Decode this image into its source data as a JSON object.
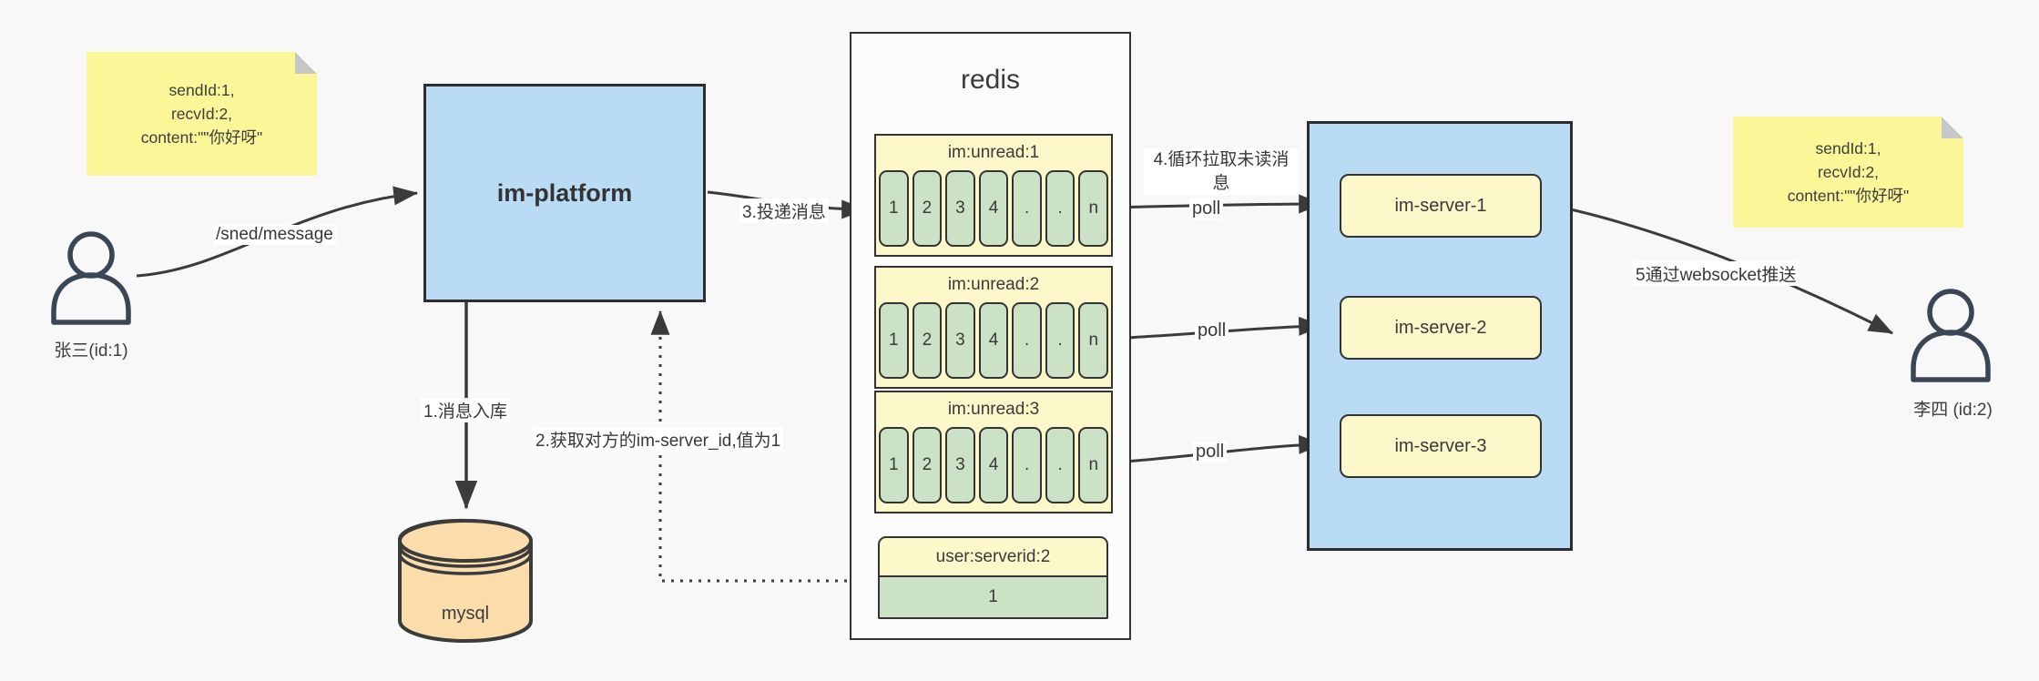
{
  "notes": {
    "sender": {
      "lines": [
        "sendId:1,",
        "recvId:2,",
        "content:\"\"你好呀\""
      ]
    },
    "receiver": {
      "lines": [
        "sendId:1,",
        "recvId:2,",
        "content:\"\"你好呀\""
      ]
    }
  },
  "actors": {
    "sender": {
      "label": "张三(id:1)"
    },
    "receiver": {
      "label": "李四 (id:2)"
    }
  },
  "platform": {
    "label": "im-platform"
  },
  "database": {
    "label": "mysql"
  },
  "redis": {
    "title": "redis",
    "queues": [
      {
        "name": "im:unread:1",
        "cells": [
          "1",
          "2",
          "3",
          "4",
          ".",
          ".",
          "n"
        ]
      },
      {
        "name": "im:unread:2",
        "cells": [
          "1",
          "2",
          "3",
          "4",
          ".",
          ".",
          "n"
        ]
      },
      {
        "name": "im:unread:3",
        "cells": [
          "1",
          "2",
          "3",
          "4",
          ".",
          ".",
          "n"
        ]
      }
    ],
    "kv": {
      "key": "user:serverid:2",
      "value": "1"
    }
  },
  "servers": {
    "items": [
      "im-server-1",
      "im-server-2",
      "im-server-3"
    ]
  },
  "edges": {
    "send_api": "/sned/message",
    "step1": "1.消息入库",
    "step2": "2.获取对方的im-server_id,值为1",
    "step3": "3.投递消息",
    "step4": "4.循环拉取未读消息",
    "step5": "5通过websocket推送",
    "poll": "poll"
  },
  "colors": {
    "canvas_bg": "#F8F8F8",
    "container_blue": "#B9DBF4",
    "note_yellow": "#FBF698",
    "pale_yellow": "#FCF8C9",
    "cell_green": "#CBE2C6",
    "db_tan": "#FBDDAB",
    "stroke_dark": "#3B3B3B"
  }
}
